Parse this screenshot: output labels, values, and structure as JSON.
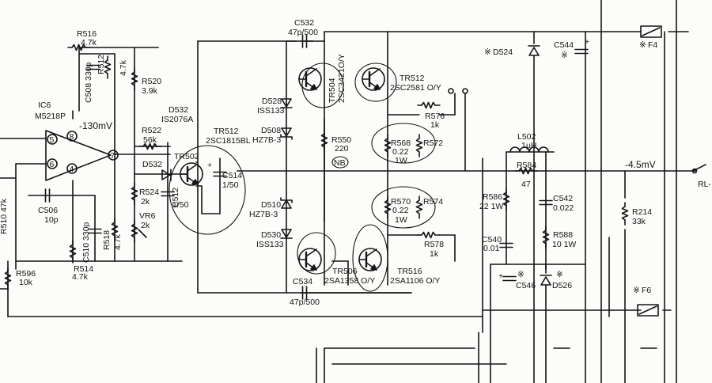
{
  "colors": {
    "ink": "#141414",
    "paper": "#fcfcfa"
  },
  "ic6": {
    "ref": "IC6",
    "part": "M5218P",
    "pin5": "5",
    "pin6": "6",
    "pin8": "8",
    "pin4": "4",
    "pin7": "7",
    "offset": "-130mV"
  },
  "resistors": {
    "r516": {
      "ref": "R516",
      "value": "4.7k"
    },
    "r512": {
      "ref": "R512",
      "value": "4.7k"
    },
    "r520": {
      "ref": "R520",
      "value": "3.9k"
    },
    "r522": {
      "ref": "R522",
      "value": "56k"
    },
    "r524": {
      "ref": "R524",
      "value": "2k"
    },
    "r518": {
      "ref": "R518",
      "value": "4.7k"
    },
    "r514": {
      "ref": "R514",
      "value": "4.7k"
    },
    "r596": {
      "ref": "R596",
      "value": "10k"
    },
    "r510": {
      "text": "R510 47k"
    },
    "r550": {
      "ref": "R550",
      "value": "220",
      "tag": "NB"
    },
    "r568": {
      "ref": "R568",
      "value": "0.22",
      "power": "1W"
    },
    "r572": {
      "ref": "R572"
    },
    "r570": {
      "ref": "R570",
      "value": "0.22",
      "power": "1W"
    },
    "r574": {
      "ref": "R574"
    },
    "r576": {
      "ref": "R576",
      "value": "1k"
    },
    "r578": {
      "ref": "R578",
      "value": "1k"
    },
    "r584": {
      "ref": "R584",
      "value": "47"
    },
    "r586": {
      "ref": "R586",
      "value": "22 1W"
    },
    "r588": {
      "ref": "R588",
      "value": "10 1W"
    },
    "r214": {
      "ref": "R214",
      "value": "33k"
    }
  },
  "capacitors": {
    "c508": {
      "text": "C508 330p"
    },
    "c506": {
      "ref": "C506",
      "value": "10p"
    },
    "c510": {
      "text": "C510 330p"
    },
    "c512": {
      "ref": "C512",
      "value": "1/50"
    },
    "c514": {
      "ref": "C514",
      "value": "1/50"
    },
    "c532": {
      "ref": "C532",
      "value": "47p/500"
    },
    "c534": {
      "ref": "C534",
      "value": "47p/500"
    },
    "c540": {
      "ref": "C540",
      "value": "0.01"
    },
    "c542": {
      "ref": "C542",
      "value": "0.022"
    },
    "c544": {
      "ref": "C544"
    },
    "c546": {
      "ref": "C546"
    }
  },
  "diodes": {
    "d532": {
      "ref": "D532",
      "part": "IS2076A"
    },
    "d532b": {
      "ref": "D532"
    },
    "d528": {
      "ref": "D528",
      "part": "ISS133"
    },
    "d508": {
      "ref": "D508",
      "part": "HZ7B-3"
    },
    "d510": {
      "ref": "D510",
      "part": "HZ7B-3"
    },
    "d530": {
      "ref": "D530",
      "part": "ISS133"
    },
    "d524": {
      "ref": "D524"
    },
    "d526": {
      "ref": "D526"
    }
  },
  "transistors": {
    "tr502": {
      "ref": "TR502"
    },
    "tr512a": {
      "ref": "TR512",
      "part": "2SC1815BL"
    },
    "tr504": {
      "ref": "TR504",
      "part": "2SC3421O/Y"
    },
    "tr512": {
      "ref": "TR512",
      "part": "2SC2581 O/Y"
    },
    "tr506": {
      "ref": "TR506",
      "part": "2SA1358 O/Y"
    },
    "tr516": {
      "ref": "TR516",
      "part": "2SA1106 O/Y"
    }
  },
  "misc": {
    "vr6": {
      "ref": "VR6",
      "value": "2k"
    },
    "l502": {
      "ref": "L502",
      "value": "1μH"
    },
    "f4": {
      "ref": "F4"
    },
    "f6": {
      "ref": "F6"
    },
    "output_mv": "-4.5mV",
    "relay": "RL-"
  }
}
